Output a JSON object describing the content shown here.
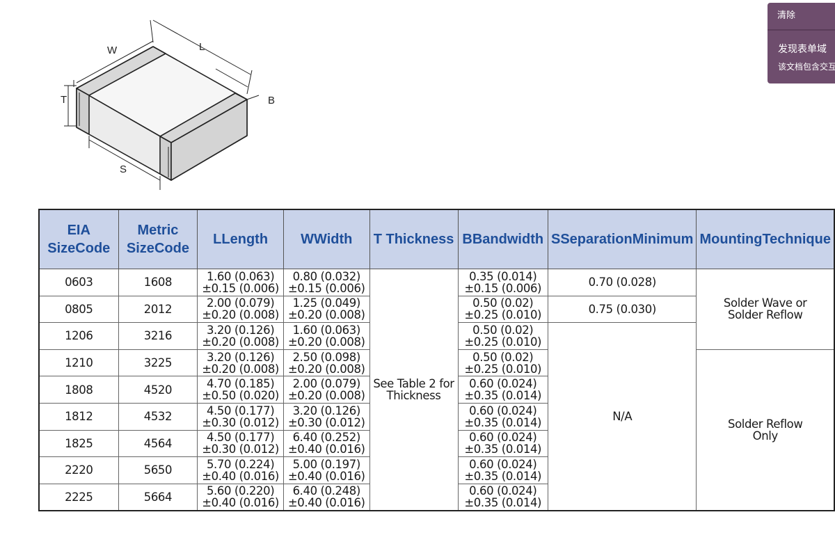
{
  "diagram": {
    "labels": {
      "w": "W",
      "l": "L",
      "t": "T",
      "b": "B",
      "s": "S"
    }
  },
  "table": {
    "headers": [
      [
        "EIA Size",
        "Code"
      ],
      [
        "Metric Size",
        "Code"
      ],
      [
        "L",
        "Length"
      ],
      [
        "W",
        "Width"
      ],
      [
        "T Thickness"
      ],
      [
        "B",
        "Bandwidth"
      ],
      [
        "S",
        "Separation",
        "Minimum"
      ],
      [
        "Mounting",
        "Technique"
      ]
    ],
    "rows": [
      {
        "eia": "0603",
        "metric": "1608",
        "l": [
          "1.60 (0.063)",
          "±0.15 (0.006)"
        ],
        "w": [
          "0.80 (0.032)",
          "±0.15 (0.006)"
        ],
        "b": [
          "0.35 (0.014)",
          "±0.15 (0.006)"
        ]
      },
      {
        "eia": "0805",
        "metric": "2012",
        "l": [
          "2.00 (0.079)",
          "±0.20 (0.008)"
        ],
        "w": [
          "1.25 (0.049)",
          "±0.20 (0.008)"
        ],
        "b": [
          "0.50 (0.02)",
          "±0.25 (0.010)"
        ]
      },
      {
        "eia": "1206",
        "metric": "3216",
        "l": [
          "3.20 (0.126)",
          "±0.20 (0.008)"
        ],
        "w": [
          "1.60 (0.063)",
          "±0.20 (0.008)"
        ],
        "b": [
          "0.50 (0.02)",
          "±0.25 (0.010)"
        ]
      },
      {
        "eia": "1210",
        "metric": "3225",
        "l": [
          "3.20 (0.126)",
          "±0.20 (0.008)"
        ],
        "w": [
          "2.50 (0.098)",
          "±0.20 (0.008)"
        ],
        "b": [
          "0.50 (0.02)",
          "±0.25 (0.010)"
        ]
      },
      {
        "eia": "1808",
        "metric": "4520",
        "l": [
          "4.70 (0.185)",
          "±0.50 (0.020)"
        ],
        "w": [
          "2.00 (0.079)",
          "±0.20 (0.008)"
        ],
        "b": [
          "0.60 (0.024)",
          "±0.35 (0.014)"
        ]
      },
      {
        "eia": "1812",
        "metric": "4532",
        "l": [
          "4.50 (0.177)",
          "±0.30 (0.012)"
        ],
        "w": [
          "3.20 (0.126)",
          "±0.30 (0.012)"
        ],
        "b": [
          "0.60 (0.024)",
          "±0.35 (0.014)"
        ]
      },
      {
        "eia": "1825",
        "metric": "4564",
        "l": [
          "4.50 (0.177)",
          "±0.30 (0.012)"
        ],
        "w": [
          "6.40 (0.252)",
          "±0.40 (0.016)"
        ],
        "b": [
          "0.60 (0.024)",
          "±0.35 (0.014)"
        ]
      },
      {
        "eia": "2220",
        "metric": "5650",
        "l": [
          "5.70 (0.224)",
          "±0.40 (0.016)"
        ],
        "w": [
          "5.00 (0.197)",
          "±0.40 (0.016)"
        ],
        "b": [
          "0.60 (0.024)",
          "±0.35 (0.014)"
        ]
      },
      {
        "eia": "2225",
        "metric": "5664",
        "l": [
          "5.60 (0.220)",
          "±0.40 (0.016)"
        ],
        "w": [
          "6.40 (0.248)",
          "±0.40 (0.016)"
        ],
        "b": [
          "0.60 (0.024)",
          "±0.35 (0.014)"
        ]
      }
    ],
    "thickness": [
      "See Table 2 for",
      "Thickness"
    ],
    "separation": [
      "0.70 (0.028)",
      "0.75 (0.030)",
      "N/A"
    ],
    "mounting": [
      [
        "Solder Wave or",
        "Solder Reflow"
      ],
      [
        "Solder Reflow",
        "Only"
      ]
    ]
  },
  "overlay": {
    "clear": "清除",
    "title": "发现表单域",
    "subtitle": "该文档包含交互"
  },
  "colors": {
    "header_bg": "#c9d3ea",
    "header_text": "#1f4f9a",
    "overlay_bg": "#6e4d6d"
  }
}
